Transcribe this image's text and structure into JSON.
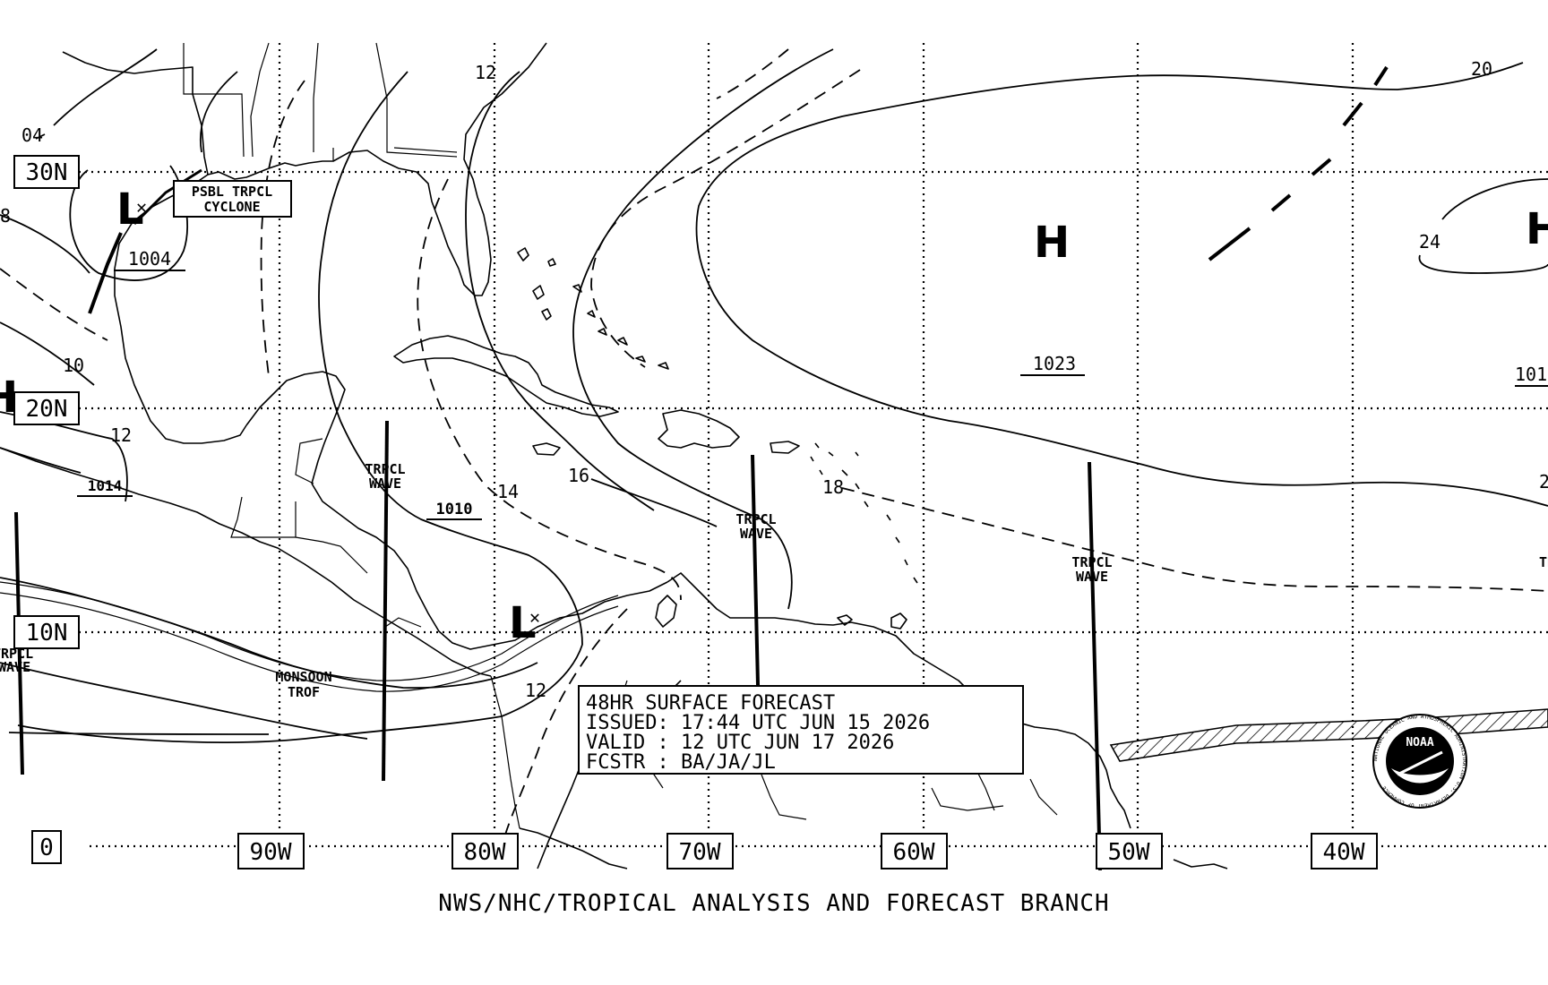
{
  "latitude_labels": [
    "30N",
    "20N",
    "10N",
    "0"
  ],
  "longitude_labels": [
    "90W",
    "80W",
    "70W",
    "60W",
    "50W",
    "40W"
  ],
  "pressure_centers": [
    {
      "type": "L",
      "pressure": "1004",
      "note": "PSBL TRPCL CYCLONE"
    },
    {
      "type": "L",
      "pressure": "",
      "note": ""
    },
    {
      "type": "H",
      "pressure": "1023",
      "note": ""
    },
    {
      "type": "H",
      "pressure": "",
      "note": ""
    },
    {
      "type": "H",
      "pressure": "",
      "note": ""
    }
  ],
  "pressure_values": {
    "west_1014": "1014",
    "caribbean_1010": "1010",
    "east_cutoff": "101"
  },
  "isobar_labels": [
    "04",
    "8",
    "10",
    "12",
    "12",
    "14",
    "16",
    "18",
    "20",
    "24",
    "2",
    "12"
  ],
  "features": {
    "psbl_line1": "PSBL TRPCL",
    "psbl_line2": "CYCLONE",
    "wave_line1": "TRPCL",
    "wave_line2": "WAVE",
    "edge_wave_line1": "TRPCL",
    "edge_wave_line2": "WAVE",
    "monsoon_line1": "MONSOON",
    "monsoon_line2": "TROF"
  },
  "forecast_box": {
    "title": "48HR SURFACE FORECAST",
    "issued": "ISSUED: 17:44 UTC JUN 15 2026",
    "valid": "VALID : 12 UTC JUN 17 2026",
    "forecaster": "FCSTR : BA/JA/JL"
  },
  "agency_logo": "NOAA",
  "logo_ring_text": "NATIONAL OCEANIC AND ATMOSPHERIC ADMINISTRATION U.S. DEPARTMENT OF COMMERCE",
  "footer": "NWS/NHC/TROPICAL ANALYSIS AND FORECAST BRANCH"
}
